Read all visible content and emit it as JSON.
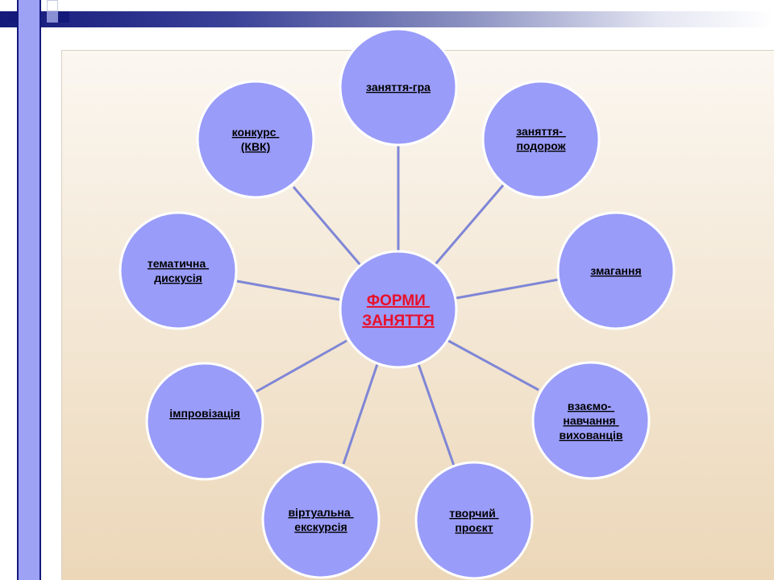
{
  "diagram": {
    "center": {
      "lines": [
        "ФОРМИ",
        "ЗАНЯТТЯ"
      ]
    },
    "nodes": [
      {
        "id": "game",
        "lines": [
          "заняття-гра"
        ]
      },
      {
        "id": "trip",
        "lines": [
          "заняття-",
          "подорож"
        ]
      },
      {
        "id": "competition",
        "lines": [
          "змагання"
        ]
      },
      {
        "id": "mutual",
        "lines": [
          "взаємо-",
          "навчання",
          "вихованців"
        ]
      },
      {
        "id": "project",
        "lines": [
          "творчий",
          "проєкт"
        ]
      },
      {
        "id": "excursion",
        "lines": [
          "віртуальна",
          "екскурсія"
        ]
      },
      {
        "id": "improv",
        "lines": [
          "імпровізація"
        ]
      },
      {
        "id": "discussion",
        "lines": [
          "тематична",
          "дискусія"
        ]
      },
      {
        "id": "contest",
        "lines": [
          "конкурс",
          "(КВК)"
        ]
      }
    ]
  },
  "colors": {
    "node_fill": "#9a9cf9",
    "edge": "#7f86d6",
    "center_text": "#e8102a",
    "accent_dark": "#141a7a"
  }
}
